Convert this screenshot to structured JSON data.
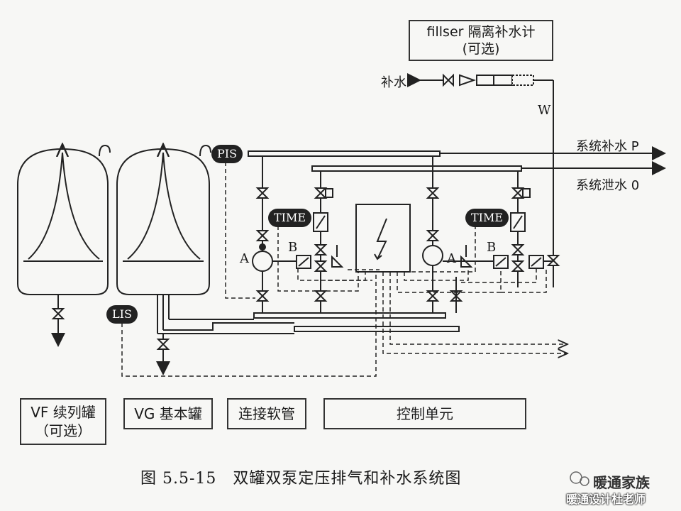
{
  "filter_box": {
    "line1": "fillser 隔离补水计",
    "line2": "(可选)"
  },
  "labels": {
    "makeup_water": "补水",
    "w": "W",
    "system_makeup": "系统补水 P",
    "system_drain": "系统泄水 0",
    "pump_a_left": "A",
    "pump_b_left": "B",
    "pump_a_right": "A",
    "pump_b_right": "B"
  },
  "tags": {
    "pis": "PIS",
    "time_left": "TIME",
    "time_right": "TIME",
    "lis": "LIS"
  },
  "legend": {
    "vf_line1": "VF 续列罐",
    "vf_line2": "（可选）",
    "vg": "VG 基本罐",
    "hose": "连接软管",
    "control": "控制单元"
  },
  "caption": "图 5.5-15　双罐双泵定压排气和补水系统图",
  "watermark": {
    "line1": "暖通家族",
    "line2": "暖通设计杜老师"
  }
}
